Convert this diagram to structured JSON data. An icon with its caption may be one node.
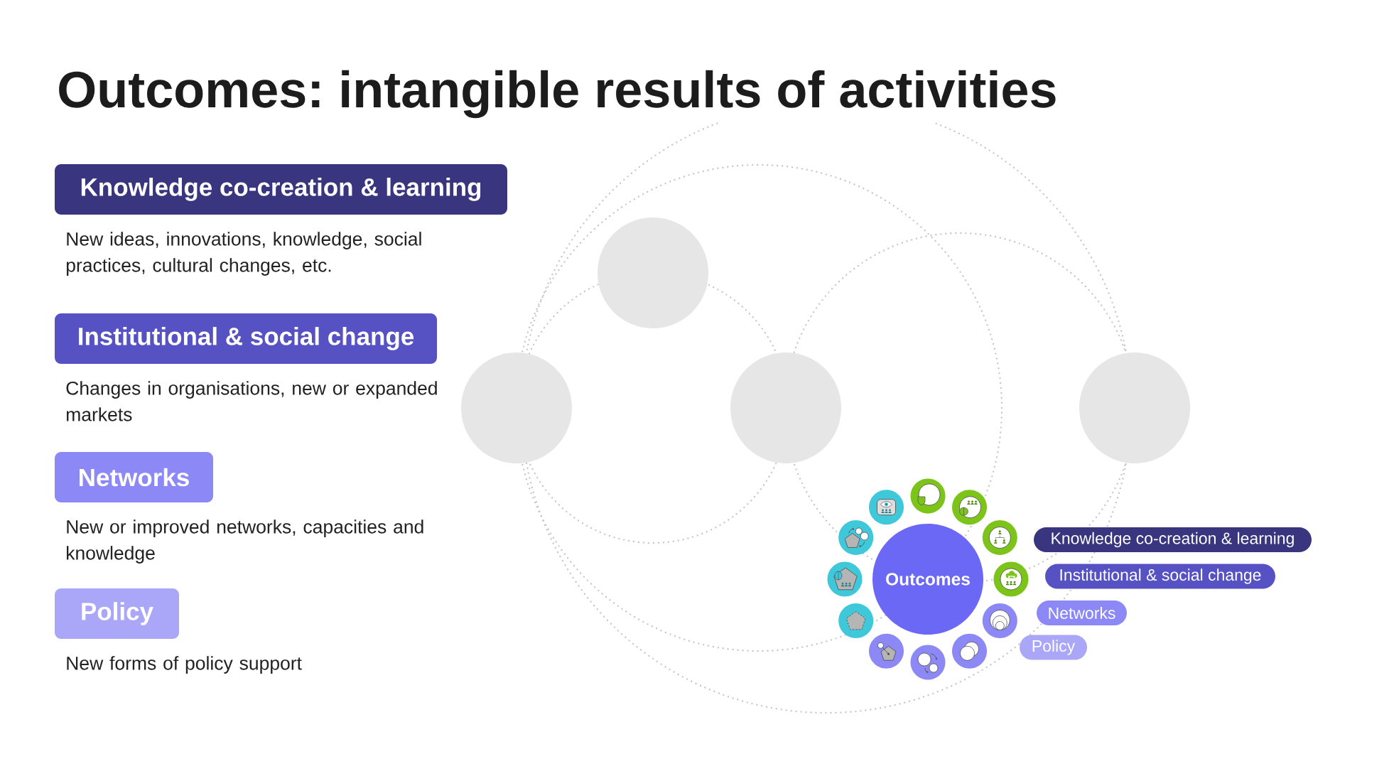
{
  "diagram": {
    "title": "Outcomes: intangible results of activities",
    "nodes": [
      {
        "text": [
          "Knowledge co-creation & learning"
        ],
        "beside": [
          "New ideas, innovations, knowledge, social practices, cultural changes, etc."
        ]
      },
      {
        "text": [
          "Institutional & social change"
        ],
        "beside": [
          "Changes in organisations, new or expanded markets"
        ]
      },
      {
        "text": [
          "Networks"
        ],
        "beside": [
          "New or improved networks, capacities and knowledge"
        ]
      },
      {
        "text": [
          "Policy"
        ],
        "beside": [
          "New forms of policy support"
        ]
      },
      {
        "text": [],
        "shape": "circle"
      },
      {
        "text": [],
        "shape": "circle"
      },
      {
        "text": [],
        "shape": "circle"
      },
      {
        "text": [],
        "shape": "circle"
      },
      {
        "text": [
          "Outcomes"
        ]
      },
      {
        "text": [
          "Knowledge co-creation & learning"
        ]
      },
      {
        "text": [
          "Institutional & social change"
        ]
      },
      {
        "text": [
          "Networks"
        ]
      },
      {
        "text": [
          "Policy"
        ]
      }
    ]
  }
}
